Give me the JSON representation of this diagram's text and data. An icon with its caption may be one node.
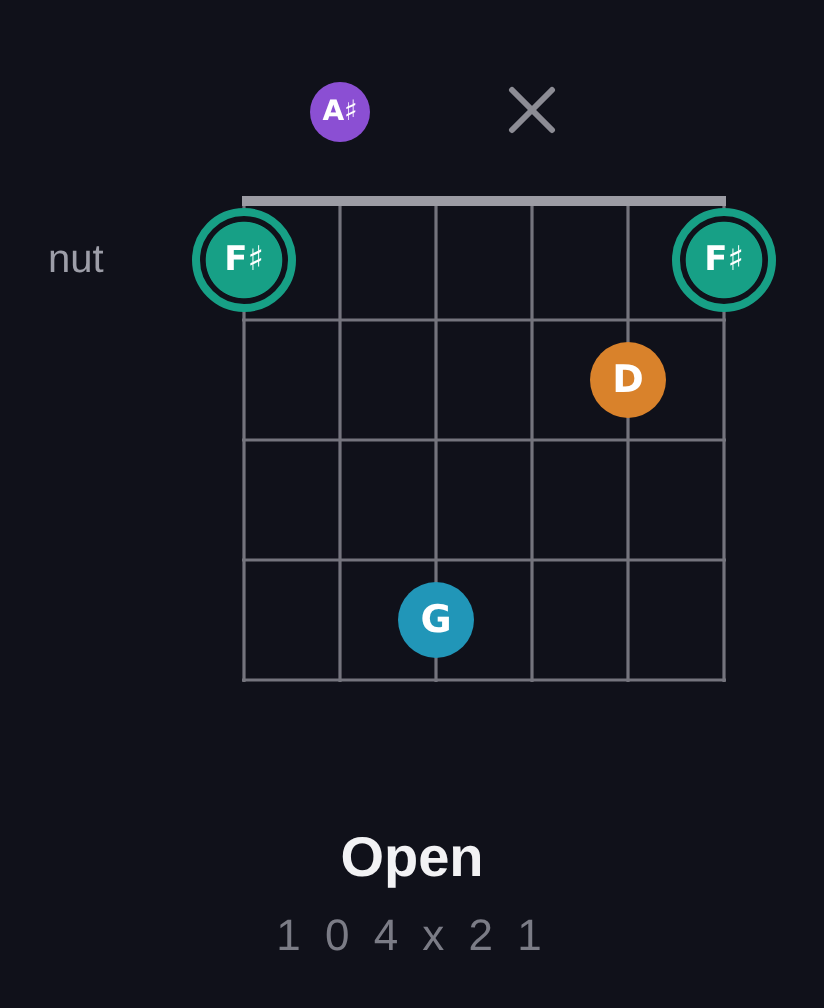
{
  "diagram": {
    "title": "Open",
    "caption": "1 0 4 x 2 1",
    "nodes": [
      {
        "text": [
          "A♯"
        ]
      },
      {
        "text": [
          "F♯"
        ]
      },
      {
        "text": [
          "F♯"
        ]
      },
      {
        "text": [
          "D"
        ]
      },
      {
        "text": [
          "G"
        ]
      }
    ],
    "labels": [
      "nut"
    ]
  }
}
